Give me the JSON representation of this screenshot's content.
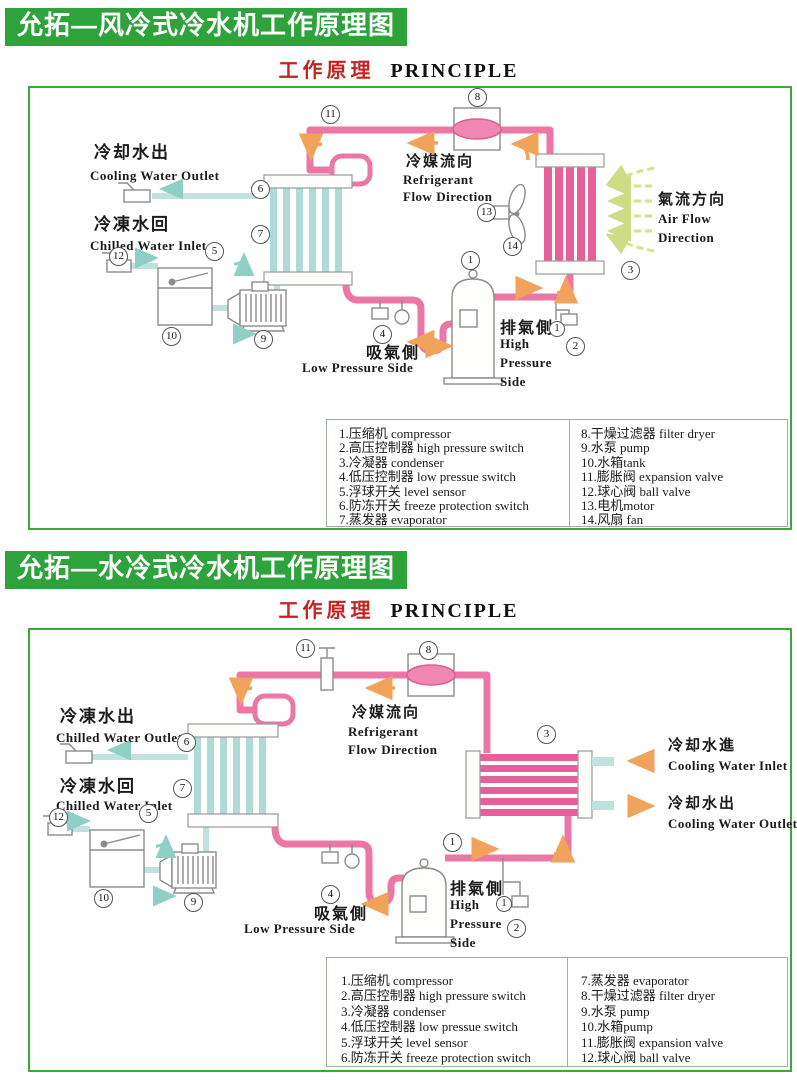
{
  "page": {
    "banner1": "允拓—风冷式冷水机工作原理图",
    "banner2": "允拓—水冷式冷水机工作原理图",
    "title_zh": "工作原理",
    "title_en": "PRINCIPLE"
  },
  "colors": {
    "banner_green": "#2ea33b",
    "border_green": "#3aaa35",
    "title_red": "#c32222",
    "refrigerant_pink": "#ec77a7",
    "coil_pink": "#e7609a",
    "water_cyan": "#bfe2df",
    "arrow_teal": "#8fcfc6",
    "arrow_orange": "#f2a35b",
    "air_arrow_green": "#d5e28b"
  },
  "nums": {
    "n1": "1",
    "n2": "2",
    "n3": "3",
    "n4": "4",
    "n5": "5",
    "n6": "6",
    "n7": "7",
    "n8": "8",
    "n9": "9",
    "n10": "10",
    "n11": "11",
    "n12": "12",
    "n13": "13",
    "n14": "14"
  },
  "d1": {
    "labels": {
      "cooling_out_zh": "冷却水出",
      "cooling_out_en": "Cooling Water Outlet",
      "chilled_in_zh": "冷凍水回",
      "chilled_in_en": "Chilled Water Inlet",
      "refrigerant_zh": "冷媒流向",
      "refrigerant_en1": "Refrigerant",
      "refrigerant_en2": "Flow Direction",
      "air_zh": "氣流方向",
      "air_en1": "Air Flow",
      "air_en2": "Direction",
      "low_zh": "吸氣側",
      "low_en": "Low Pressure Side",
      "high_zh": "排氣側",
      "high_en1": "High",
      "high_en2": "Pressure",
      "high_en3": "Side"
    },
    "legend_left": [
      "1.压缩机 compressor",
      "2.高压控制器 high pressure switch",
      "3.冷凝器 condenser",
      "4.低压控制器 low pressue switch",
      "5.浮球开关 level sensor",
      "6.防冻开关 freeze protection switch",
      "7.蒸发器 evaporator"
    ],
    "legend_right": [
      "8.干燥过滤器 filter dryer",
      "9.水泵 pump",
      "10.水箱tank",
      "11.膨胀阀 expansion valve",
      "12.球心阀 ball valve",
      "13.电机motor",
      "14.风扇 fan"
    ]
  },
  "d2": {
    "labels": {
      "chilled_out_zh": "冷凍水出",
      "chilled_out_en": "Chilled Water Outlet",
      "chilled_in_zh": "冷凍水回",
      "chilled_in_en": "Chilled Water Inlet",
      "refrigerant_zh": "冷媒流向",
      "refrigerant_en1": "Refrigerant",
      "refrigerant_en2": "Flow Direction",
      "cooling_in_zh": "冷却水進",
      "cooling_in_en": "Cooling Water Inlet",
      "cooling_out_zh": "冷却水出",
      "cooling_out_en": "Cooling Water Outlet",
      "low_zh": "吸氣側",
      "low_en": "Low Pressure Side",
      "high_zh": "排氣側",
      "high_en1": "High",
      "high_en2": "Pressure",
      "high_en3": "Side"
    },
    "legend_left": [
      "1.压缩机 compressor",
      "2.高压控制器 high pressure switch",
      "3.冷凝器 condenser",
      "4.低压控制器 low pressue switch",
      "5.浮球开关 level sensor",
      "6.防冻开关 freeze protection switch"
    ],
    "legend_right": [
      "7.蒸发器 evaporator",
      "8.干燥过滤器 filter dryer",
      "9.水泵 pump",
      "10.水箱pump",
      "11.膨胀阀 expansion valve",
      "12.球心阀 ball valve"
    ]
  }
}
